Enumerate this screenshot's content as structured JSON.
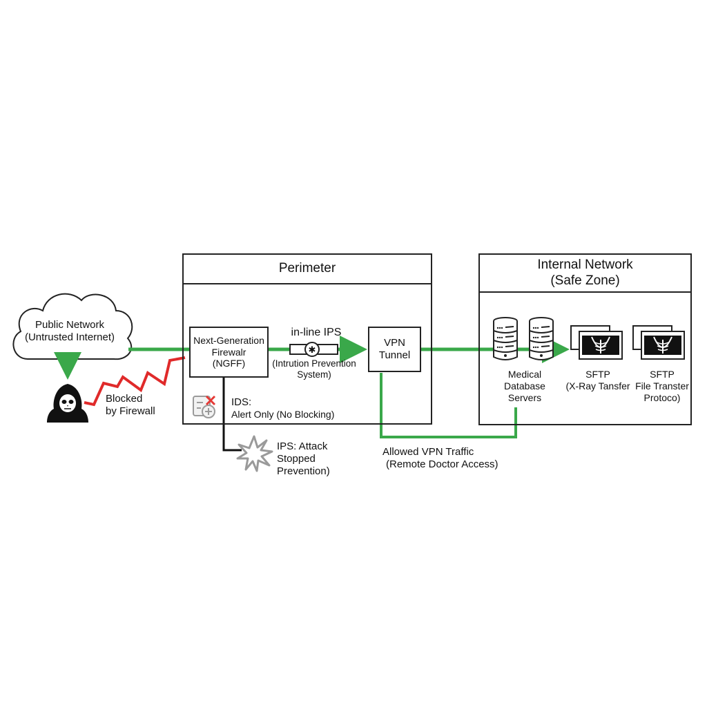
{
  "colors": {
    "allowed": "#3aa84a",
    "blocked": "#e02a2a",
    "outline": "#222222",
    "alert": "#e53935",
    "burst": "#9a9a9a"
  },
  "public_network": {
    "title": "Public Network",
    "subtitle": "(Untrusted Internet)",
    "icon": "cloud-icon"
  },
  "attacker": {
    "icon": "hooded-hacker-skull-icon",
    "label_line1": "Blocked",
    "label_line2": "by Firewall"
  },
  "perimeter": {
    "title": "Perimeter",
    "ngff": {
      "line1": "Next-Generation",
      "line2": "Firewalr",
      "line3": "(NGFF)"
    },
    "ips": {
      "title": "in-line IPS",
      "icon": "ips-inline-device-icon",
      "caption_line1": "(Intrution Prevention",
      "caption_line2": "System)"
    },
    "vpn": {
      "line1": "VPN",
      "line2": "Tunnel"
    },
    "ids": {
      "icon": "ids-alert-icon",
      "title": "IDS:",
      "caption": "Alert Only (No Blocking)"
    }
  },
  "ips_attack": {
    "icon": "burst-icon",
    "line1": "IPS: Attack",
    "line2": "Stopped",
    "line3": "Prevention)"
  },
  "vpn_traffic": {
    "line1": "Allowed VPN Traffic",
    "line2": "(Remote Doctor Access)"
  },
  "internal": {
    "title_line1": "Internal Network",
    "title_line2": "(Safe Zone)",
    "db": {
      "icon": "database-server-icon",
      "line1": "Medical",
      "line2": "Database",
      "line3": "Servers"
    },
    "sftp1": {
      "icon": "xray-film-icon",
      "line1": "SFTP",
      "line2": "(X-Ray Tansfer"
    },
    "sftp2": {
      "icon": "xray-film-icon",
      "line1": "SFTP",
      "line2": "File Transter",
      "line3": "Protoco)"
    }
  }
}
